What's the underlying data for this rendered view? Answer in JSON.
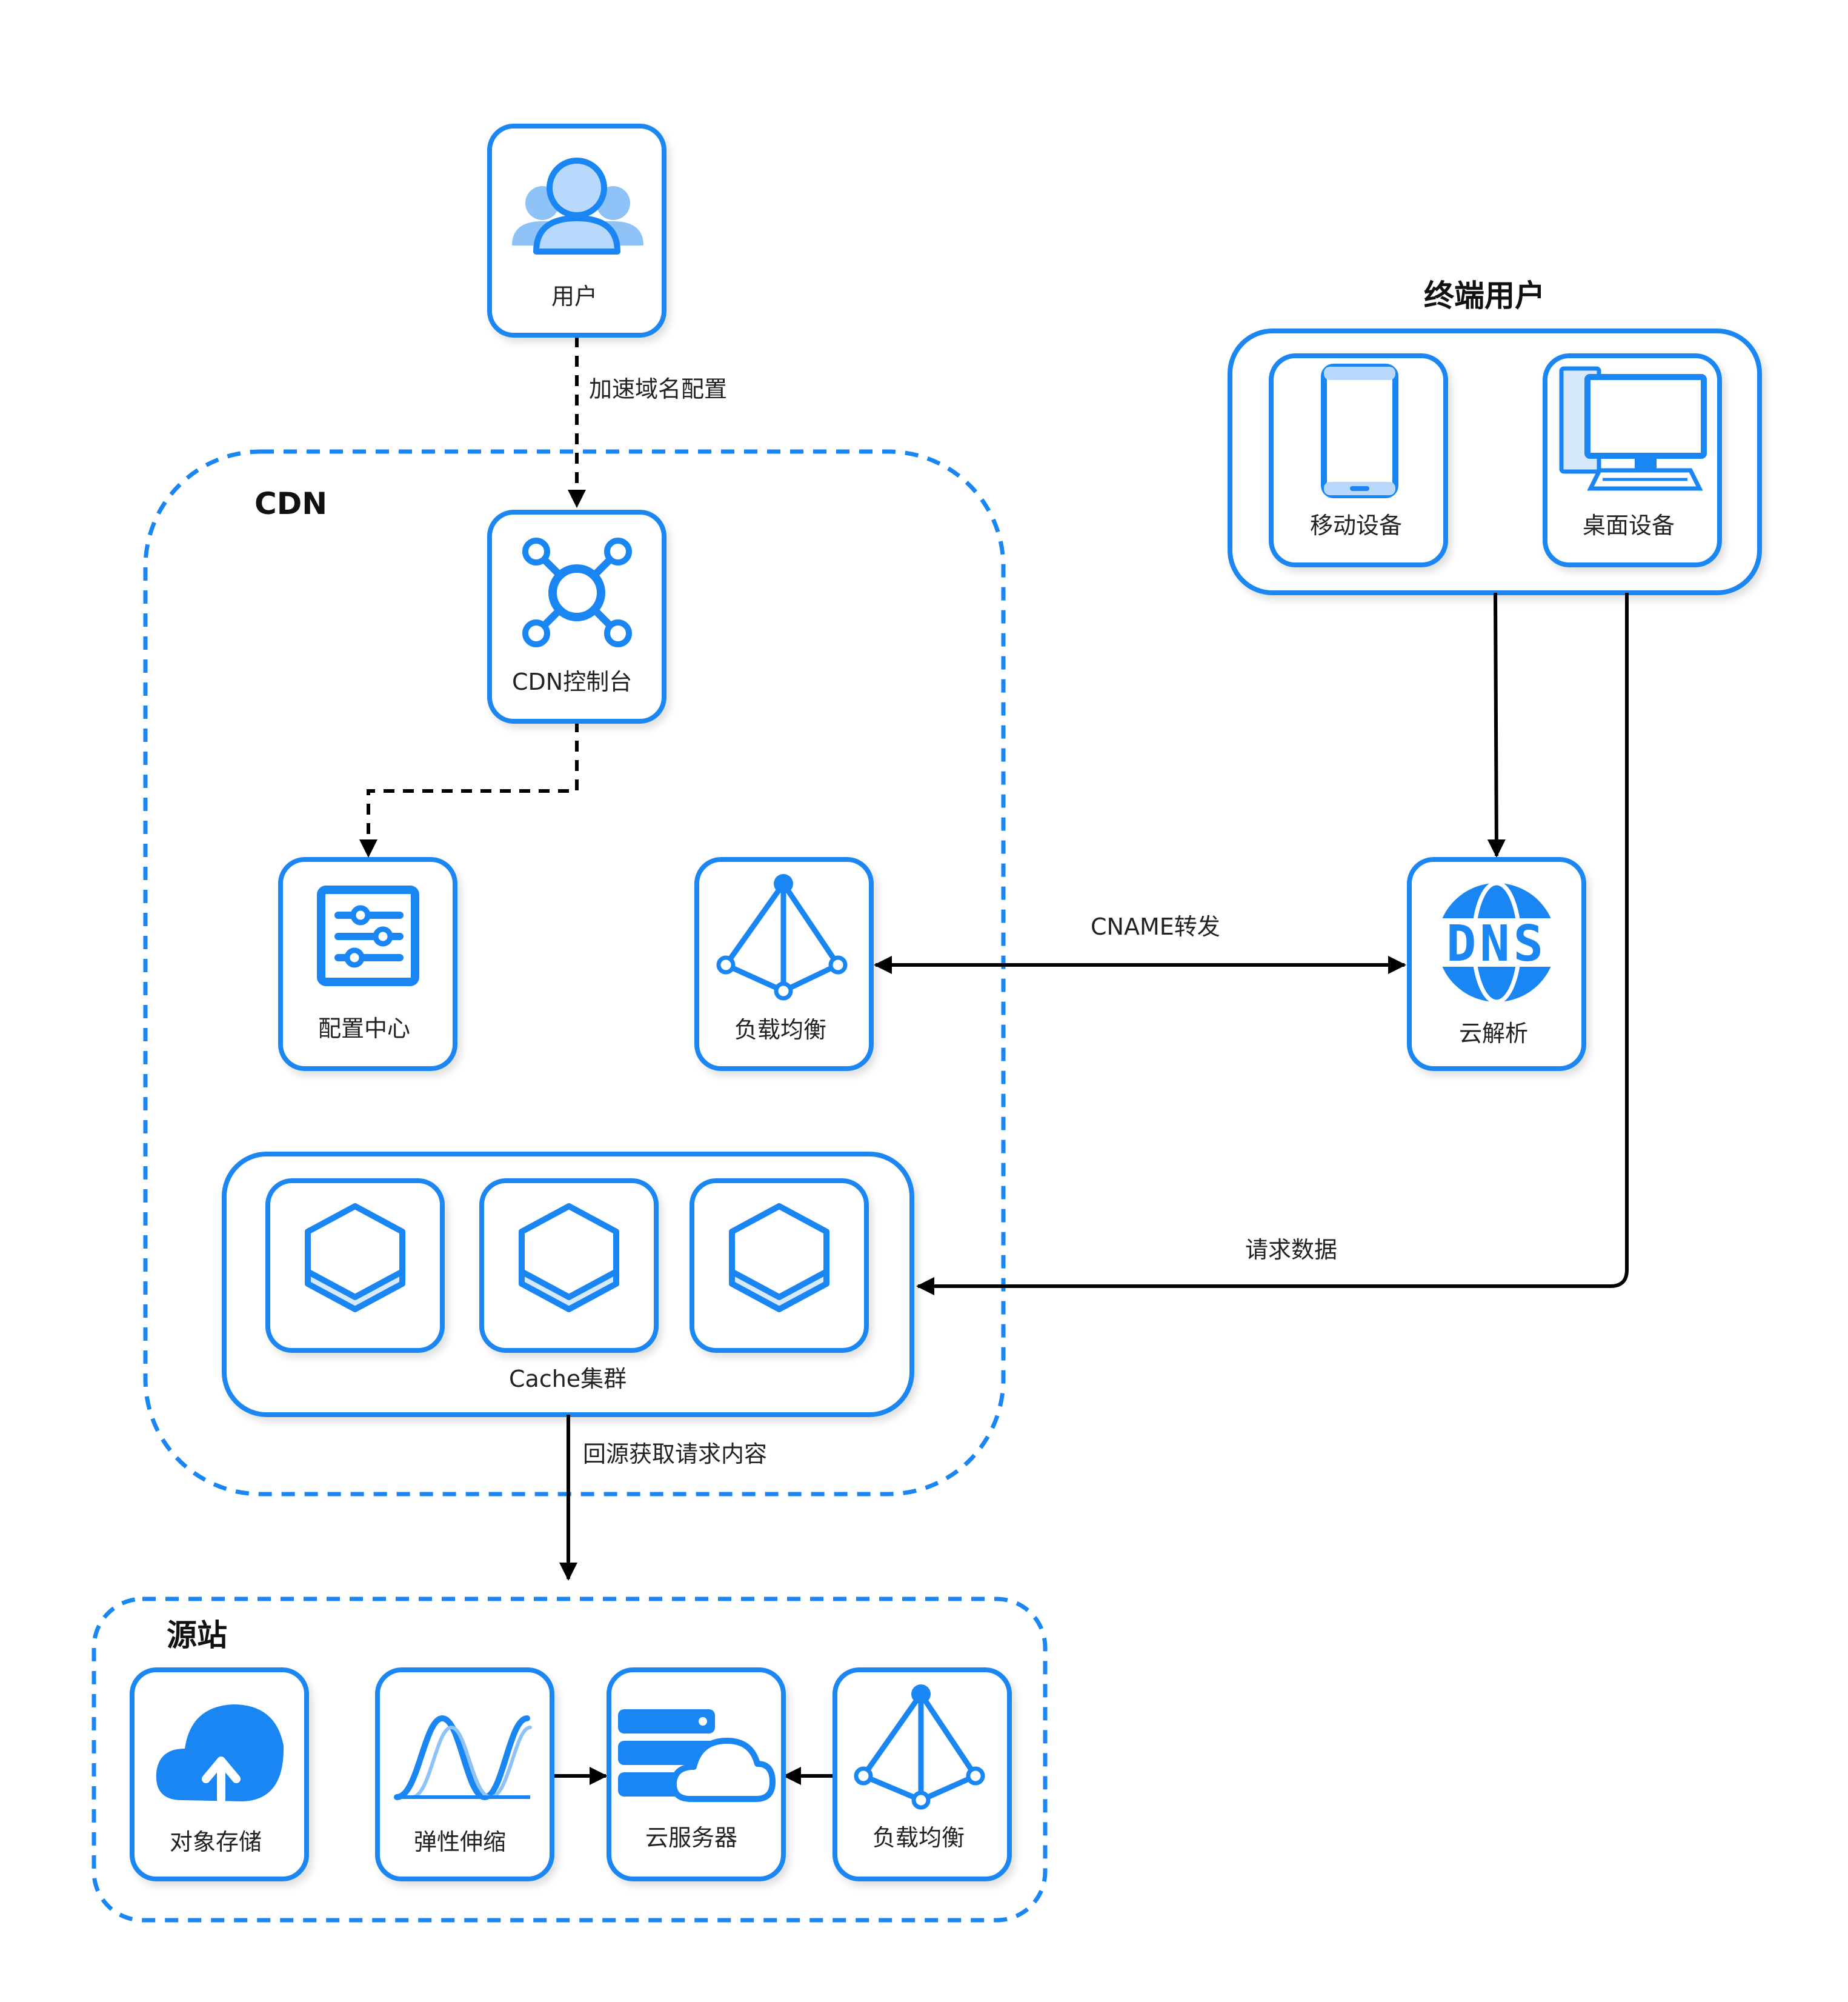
{
  "groups": {
    "cdn_title": "CDN",
    "terminal_title": "终端用户",
    "origin_title": "源站",
    "cache_cluster_label": "Cache集群"
  },
  "nodes": {
    "user": "用户",
    "cdn_console": "CDN控制台",
    "config_center": "配置中心",
    "load_balance_cdn": "负载均衡",
    "mobile_device": "移动设备",
    "desktop_device": "桌面设备",
    "dns": "云解析",
    "dns_icon_text": "DNS",
    "object_storage": "对象存储",
    "elastic_scaling": "弹性伸缩",
    "cloud_server": "云服务器",
    "load_balance_origin": "负载均衡"
  },
  "edges": {
    "user_to_console": "加速域名配置",
    "cname": "CNAME转发",
    "request_data": "请求数据",
    "back_to_origin": "回源获取请求内容"
  },
  "colors": {
    "accent": "#1a86f3",
    "accent_light": "#8fc3f7",
    "line": "#000000"
  },
  "icons": {
    "user": "users-icon",
    "cdn_console": "network-hub-icon",
    "config_center": "sliders-icon",
    "load_balance": "load-balancer-icon",
    "mobile": "phone-icon",
    "desktop": "desktop-computer-icon",
    "dns": "dns-globe-icon",
    "cache": "cube-icon",
    "object_storage": "cloud-upload-icon",
    "elastic_scaling": "wave-icon",
    "cloud_server": "server-cloud-icon"
  }
}
